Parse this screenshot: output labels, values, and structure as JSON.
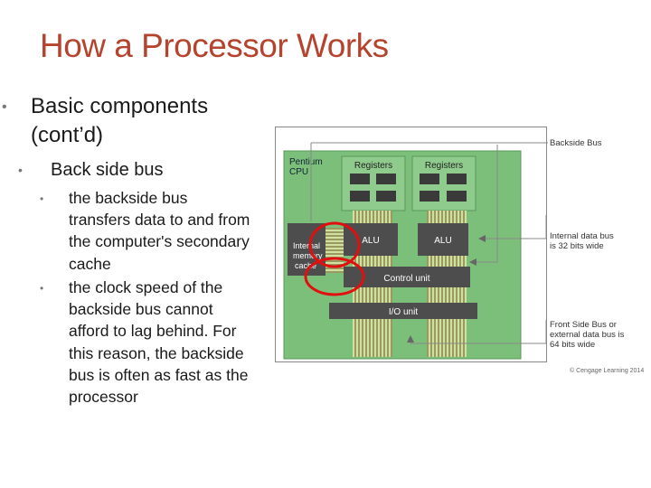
{
  "slide": {
    "title": "How a Processor Works",
    "bullet_l1": "Basic components (cont’d)",
    "bullet_l2": "Back side bus",
    "bullets_l3": [
      "the backside bus transfers data to and from the computer's secondary cache",
      "the clock speed of the backside bus cannot afford to lag behind. For this reason, the backside bus is often as fast as the processor"
    ]
  },
  "diagram": {
    "cpu_label_line1": "Pentium",
    "cpu_label_line2": "CPU",
    "registers_left": "Registers",
    "registers_right": "Registers",
    "alu_left": "ALU",
    "alu_right": "ALU",
    "cache_line1": "Internal",
    "cache_line2": "memory",
    "cache_line3": "cache",
    "control_unit": "Control unit",
    "io_unit": "I/O unit",
    "backside_bus_label": "Backside Bus",
    "internal_bus_line1": "Internal data bus",
    "internal_bus_line2": "is 32 bits wide",
    "front_bus_line1": "Front Side Bus or",
    "front_bus_line2": "external data bus is",
    "front_bus_line3": "64 bits wide",
    "copyright": "© Cengage Learning 2014",
    "colors": {
      "board": "#7cbf7a",
      "unit": "#4d4d4d",
      "register": "#3a3a3a",
      "pins": "#e8e4a0",
      "highlight": "#e01010"
    }
  }
}
